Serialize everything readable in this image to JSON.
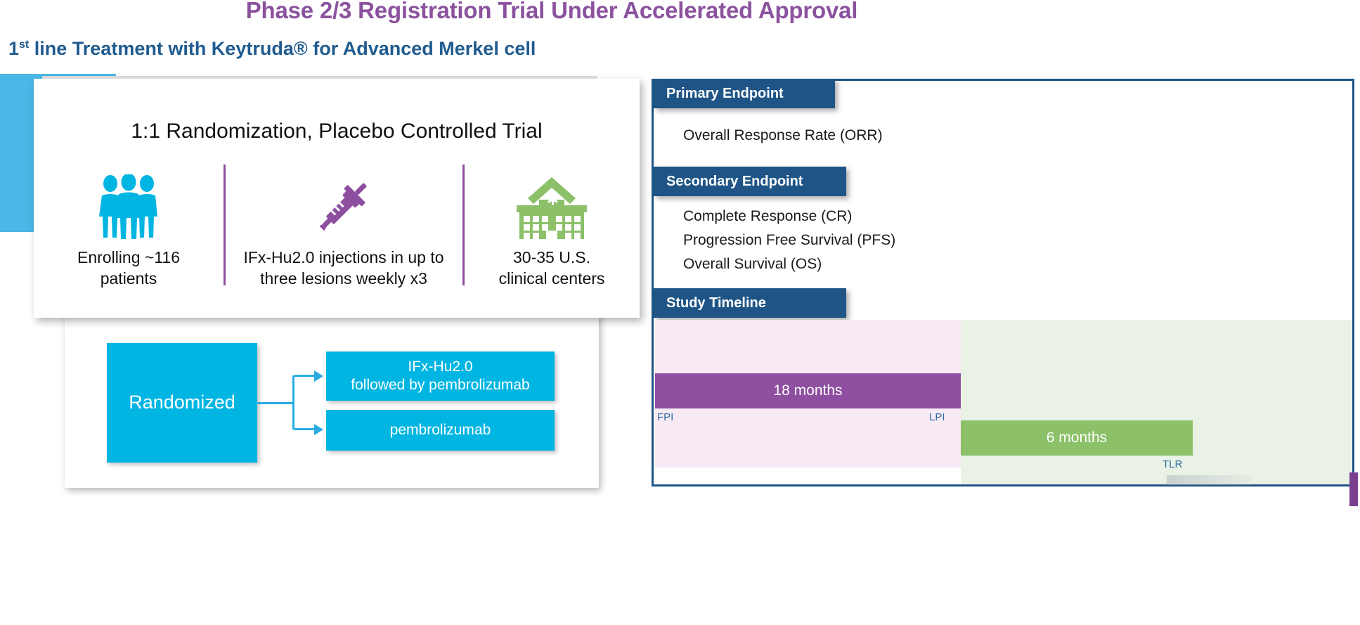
{
  "slide": {
    "main_title": "Phase 2/3 Registration Trial Under Accelerated Approval",
    "subtitle_pre": "1",
    "subtitle_sup": "st",
    "subtitle_rest": " line Treatment with Keytruda® for Advanced Merkel cell"
  },
  "info_card": {
    "heading": "1:1 Randomization, Placebo Controlled Trial",
    "columns": [
      {
        "icon": "people-group-icon",
        "caption_line1": "Enrolling ~116",
        "caption_line2": "patients"
      },
      {
        "icon": "syringe-icon",
        "caption_line1": "IFx-Hu2.0 injections in up to",
        "caption_line2": "three lesions weekly x3"
      },
      {
        "icon": "hospital-icon",
        "caption_line1": "30-35 U.S.",
        "caption_line2": "clinical centers"
      }
    ]
  },
  "flow": {
    "randomized_label": "Randomized",
    "arm_a_line1": "IFx-Hu2.0",
    "arm_a_line2": "followed by pembrolizumab",
    "arm_b_label": "pembrolizumab"
  },
  "endpoints": {
    "primary_title": "Primary Endpoint",
    "primary_items": [
      "Overall Response Rate (ORR)"
    ],
    "secondary_title": "Secondary Endpoint",
    "secondary_items": [
      "Complete Response (CR)",
      "Progression Free Survival (PFS)",
      "Overall Survival (OS)"
    ]
  },
  "timeline": {
    "title": "Study Timeline",
    "enrollment_bar_label": "18 months",
    "followup_bar_label": "6 months",
    "marker_start": "FPI",
    "marker_mid": "LPI",
    "marker_end": "TLR"
  },
  "colors": {
    "title_purple": "#8B529E",
    "subtitle_blue": "#1F5B8F",
    "header_blue": "#1F5586",
    "cyan": "#00B5E2",
    "purple": "#8E4FA0",
    "green": "#8CC069",
    "pink_band": "#F7EAF4",
    "green_band": "#EAF2E6",
    "marker_blue": "#2E6DA4"
  }
}
